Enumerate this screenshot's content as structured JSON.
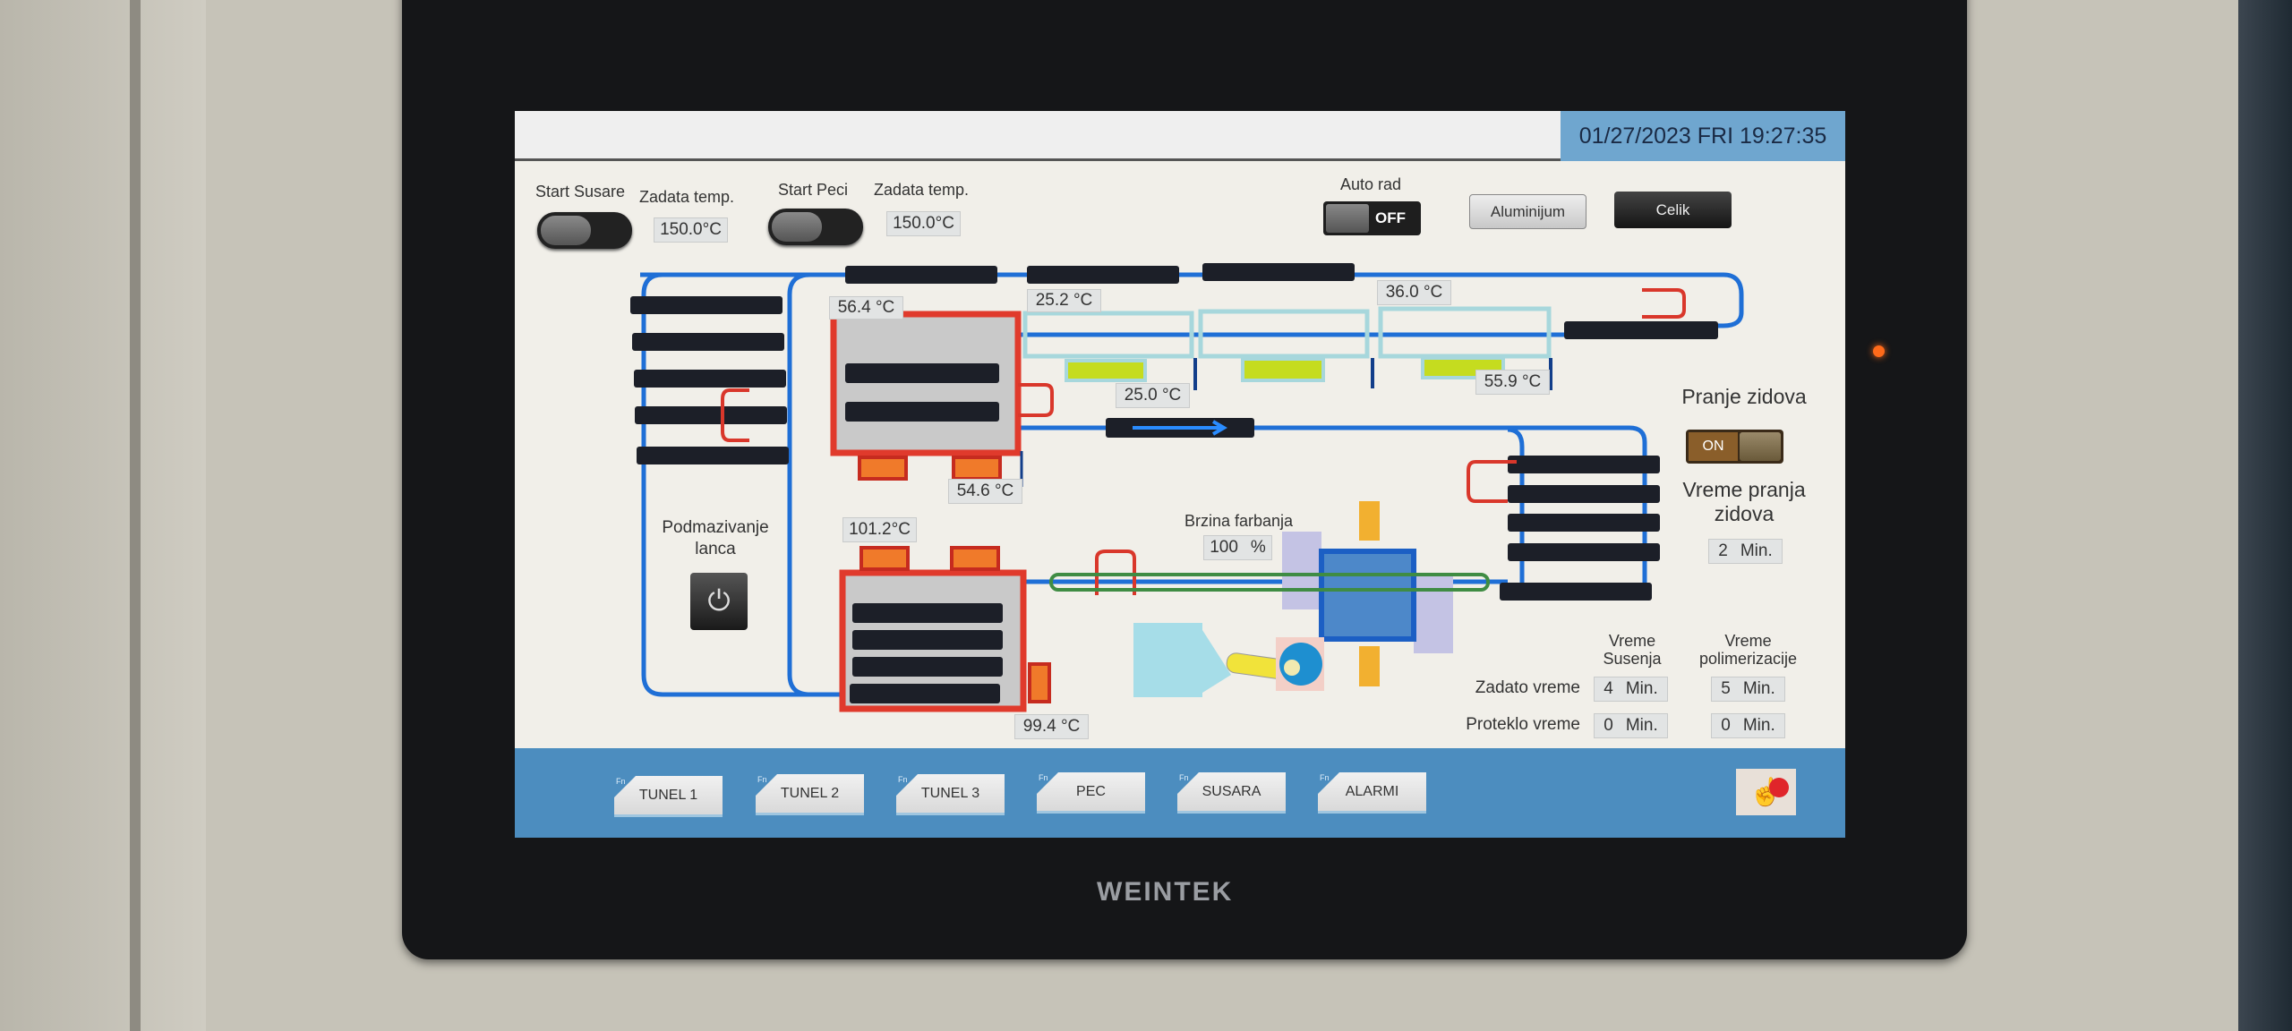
{
  "header": {
    "datetime": "01/27/2023 FRI 19:27:35"
  },
  "controls": {
    "start_susare_label": "Start Susare",
    "susare_setpoint_label": "Zadata temp.",
    "susare_setpoint": "150.0°C",
    "start_peci_label": "Start Peci",
    "peci_setpoint_label": "Zadata temp.",
    "peci_setpoint": "150.0°C",
    "auto_rad_label": "Auto rad",
    "auto_rad_state": "OFF",
    "aluminijum_label": "Aluminijum",
    "celik_label": "Celik"
  },
  "diagram": {
    "temps": {
      "oven1_top": "56.4 °C",
      "oven1_bottom": "54.6 °C",
      "tunnel1_top": "25.2 °C",
      "tunnel1_bottom": "25.0 °C",
      "tunnel3_top": "36.0 °C",
      "tunnel3_bottom": "55.9 °C",
      "oven2_top": "101.2°C",
      "oven2_bottom": "99.4 °C"
    },
    "podmazivanje_label": "Podmazivanje lanca",
    "brzina_label": "Brzina farbanja",
    "brzina_value": "100",
    "brzina_unit": "%"
  },
  "wall_wash": {
    "title": "Pranje zidova",
    "state": "ON",
    "time_label": "Vreme pranja zidova",
    "time_value": "2",
    "unit": "Min."
  },
  "timers": {
    "col1": "Vreme Susenja",
    "col2": "Vreme polimerizacije",
    "rows": [
      {
        "label": "Zadato vreme",
        "susenje": "4",
        "polimerizacija": "5"
      },
      {
        "label": "Proteklo vreme",
        "susenje": "0",
        "polimerizacija": "0"
      }
    ],
    "unit": "Min."
  },
  "footer": {
    "fn_tag": "Fn",
    "buttons": [
      "TUNEL 1",
      "TUNEL 2",
      "TUNEL 3",
      "PEC",
      "SUSARA",
      "ALARMI"
    ]
  },
  "device": {
    "brand": "WEINTEK"
  },
  "colors": {
    "pipe": "#1f6fd6",
    "heater": "#d9372b",
    "bar": "#1c1f28",
    "footer": "#4c8dbf"
  }
}
